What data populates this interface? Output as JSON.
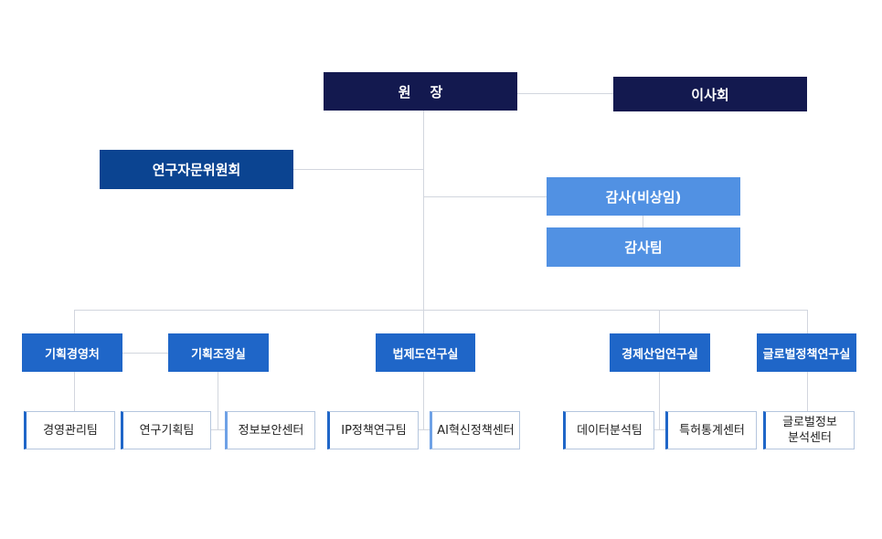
{
  "org": {
    "director": "원    장",
    "board": "이사회",
    "advisory_committee": "연구자문위원회",
    "auditor": "감사(비상임)",
    "audit_team": "감사팀",
    "departments": {
      "management": "기획경영처",
      "coordination": "기획조정실",
      "legal": "법제도연구실",
      "economic": "경제산업연구실",
      "global": "글로벌정책연구실"
    },
    "teams": {
      "mgmt_team": "경영관리팀",
      "planning_team": "연구기획팀",
      "security_center": "정보보안센터",
      "ip_team": "IP정책연구팀",
      "ai_center": "AI혁신정책센터",
      "data_team": "데이터분석팀",
      "patent_center": "특허통계센터",
      "global_center": "글로벌정보\n분석센터"
    }
  },
  "colors": {
    "director": "#13194f",
    "advisory": "#0b4491",
    "audit": "#5191e3",
    "department": "#1f66c8",
    "connector": "#d2d6de"
  }
}
